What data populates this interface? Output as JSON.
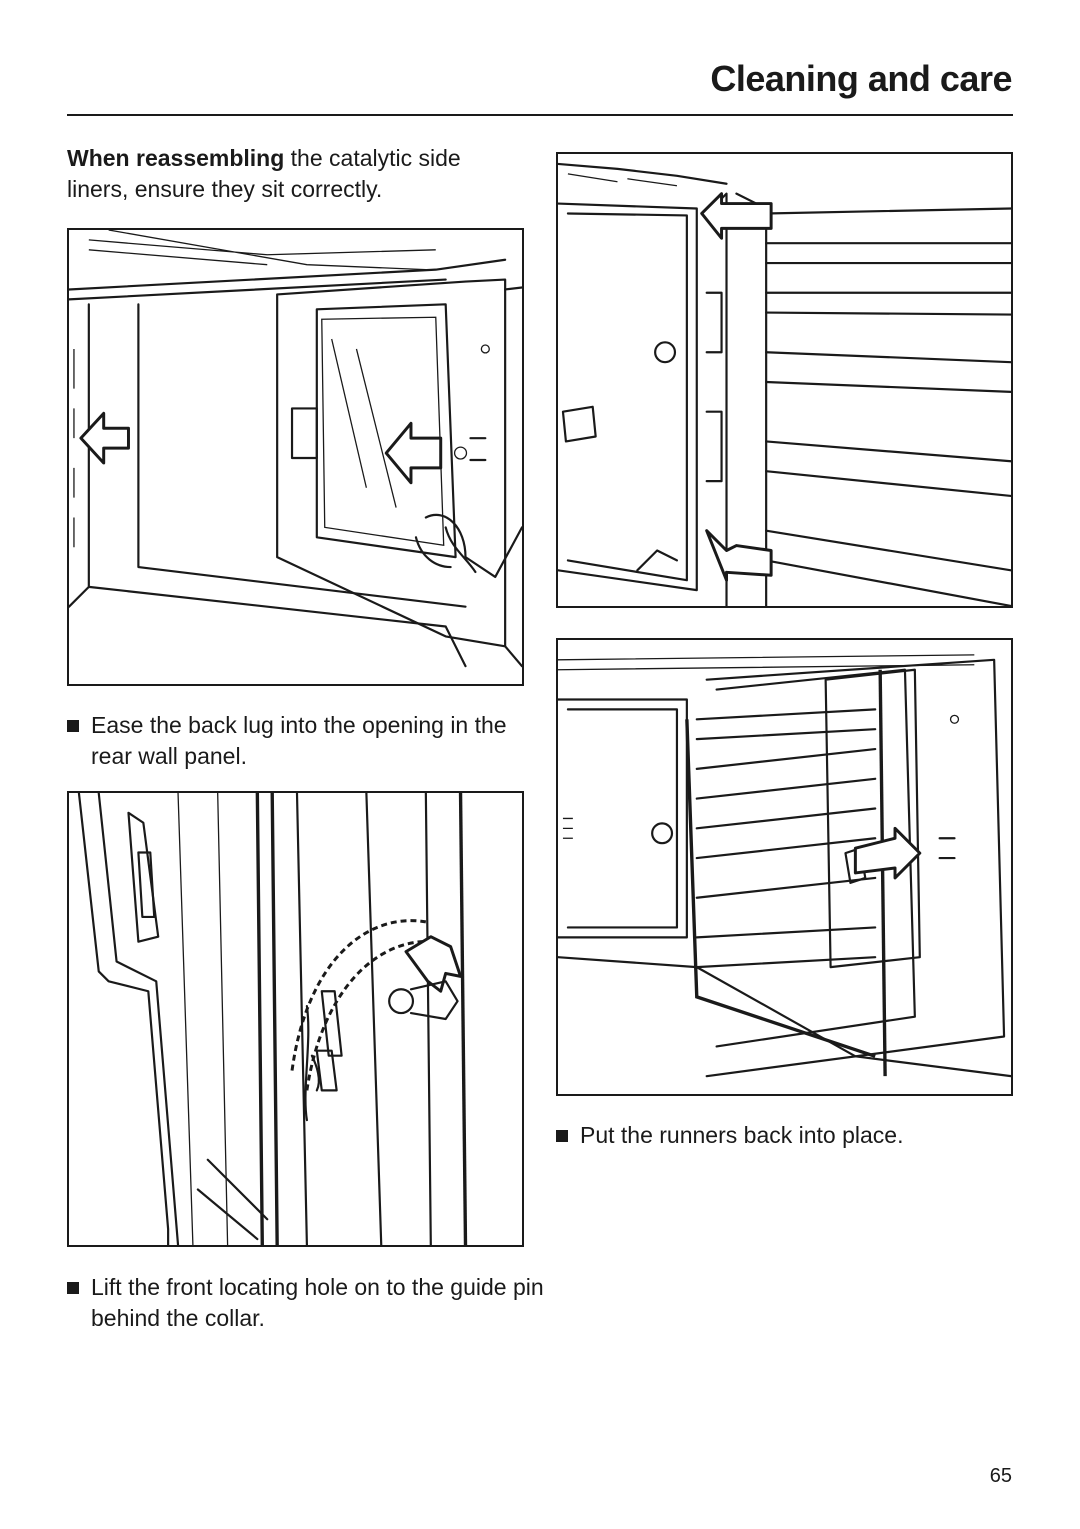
{
  "header": {
    "title": "Cleaning and care"
  },
  "intro": {
    "bold": "When reassembling",
    "text": " the catalytic side liners, ensure they sit correctly."
  },
  "steps": [
    {
      "text": "Ease the back lug into the opening in the rear wall panel."
    },
    {
      "text": "Lift the front locating hole on to the guide pin behind the collar."
    },
    {
      "text": "Put the runners back into place."
    }
  ],
  "footer": {
    "page_number": "65"
  }
}
